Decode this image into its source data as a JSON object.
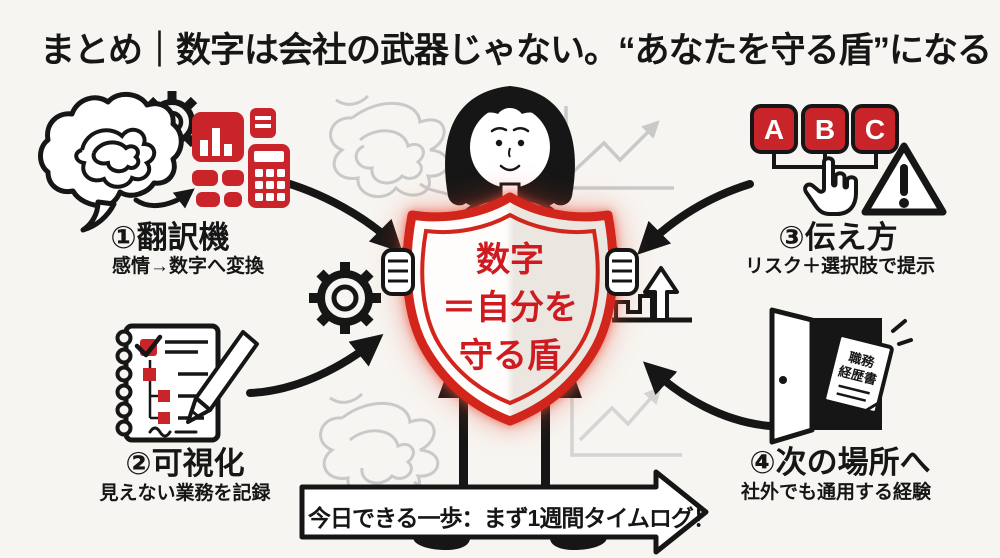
{
  "title": "まとめ｜数字は会社の武器じゃない。“あなたを守る盾”になる",
  "quadrants": {
    "q1": {
      "label": "①翻訳機",
      "sublabel": "感情→数字へ変換"
    },
    "q2": {
      "label": "②可視化",
      "sublabel": "見えない業務を記録"
    },
    "q3": {
      "label": "③伝え方",
      "sublabel": "リスク＋選択肢で提示"
    },
    "q4": {
      "label": "④次の場所へ",
      "sublabel": "社外でも通用する経験"
    }
  },
  "shield": {
    "line1": "数字",
    "line2": "＝自分を",
    "line3": "守る盾"
  },
  "banner": {
    "text": "今日できる一歩：まず1週間タイムログ！"
  },
  "abc_buttons": {
    "a": "A",
    "b": "B",
    "c": "C"
  },
  "door_document": {
    "line1": "職務",
    "line2": "経歴書"
  },
  "colors": {
    "red": "#c9242a",
    "shield_red": "#d2251c",
    "shield_text_red": "#cf1a20",
    "ink_black": "#161616",
    "decor_gray": "#c9c9c9",
    "background": "#f7f5f1"
  }
}
